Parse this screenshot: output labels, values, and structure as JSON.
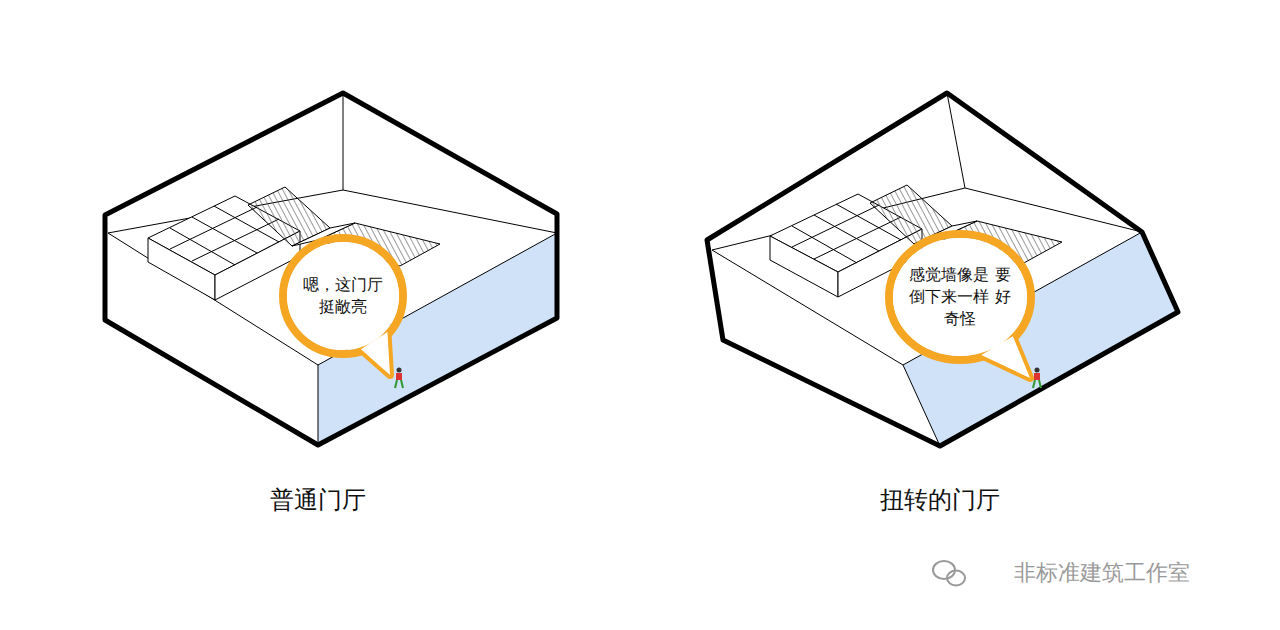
{
  "diagram": {
    "nodes": [
      {
        "text": [
          "嗯，这门厅 挺敞亮"
        ]
      },
      {
        "text": [
          "感觉墙像是 要倒下来一样 好奇怪"
        ]
      }
    ],
    "labels": [
      "普通门厅",
      "扭转的门厅",
      "非标准建筑工作室"
    ]
  }
}
